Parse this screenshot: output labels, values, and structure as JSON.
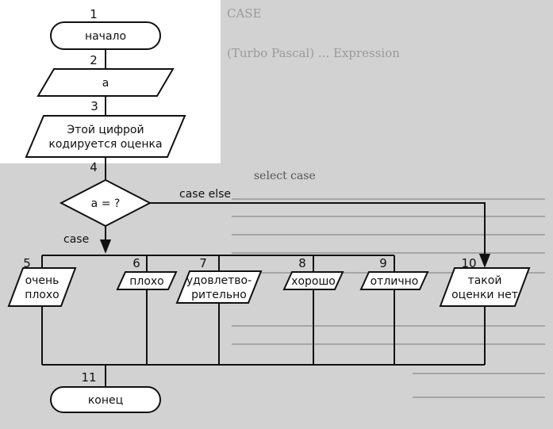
{
  "background_text": {
    "line1": "CASE",
    "line2": "(Turbo Pascal) ... Expression",
    "line3": "select case"
  },
  "nodes": [
    {
      "id": "start",
      "number": "1",
      "lines": [
        "начало"
      ]
    },
    {
      "id": "input-a",
      "number": "2",
      "lines": [
        "а"
      ]
    },
    {
      "id": "note",
      "number": "3",
      "lines": [
        "Этой цифрой",
        "кодируется оценка"
      ]
    },
    {
      "id": "decision",
      "number": "4",
      "lines": [
        "а = ?"
      ]
    },
    {
      "id": "very-bad",
      "number": "5",
      "lines": [
        "очень",
        "плохо"
      ]
    },
    {
      "id": "bad",
      "number": "6",
      "lines": [
        "плохо"
      ]
    },
    {
      "id": "satisfactory",
      "number": "7",
      "lines": [
        "удовлетво-",
        "рительно"
      ]
    },
    {
      "id": "good",
      "number": "8",
      "lines": [
        "хорошо"
      ]
    },
    {
      "id": "excellent",
      "number": "9",
      "lines": [
        "отлично"
      ]
    },
    {
      "id": "no-grade",
      "number": "10",
      "lines": [
        "такой",
        "оценки нет"
      ]
    },
    {
      "id": "end",
      "number": "11",
      "lines": [
        "конец"
      ]
    }
  ],
  "edge_labels": {
    "case": "case",
    "case_else": "case else"
  },
  "colors": {
    "stroke": "#111111",
    "fill": "#ffffff",
    "background": "#d2d2d2"
  }
}
